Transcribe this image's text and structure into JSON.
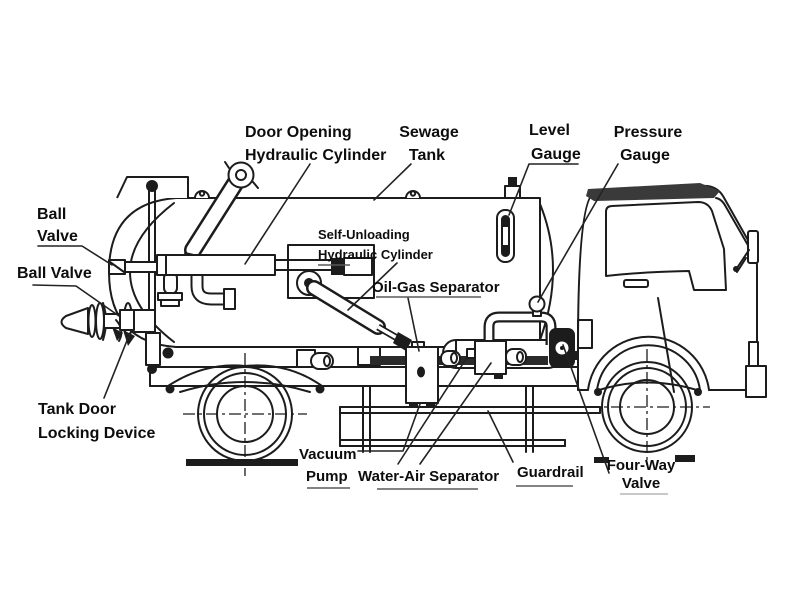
{
  "diagram": {
    "colors": {
      "background": "#ffffff",
      "line": "#1c1c1c",
      "label_text": "#0d0d0d",
      "cab_roof_strip": "#3a3a3a",
      "leader": "#222222",
      "underline": "#5a5a5a",
      "light_underline": "#b5b5b5"
    }
  },
  "labels": {
    "door_opening": {
      "line1": "Door Opening",
      "line2": "Hydraulic Cylinder"
    },
    "sewage_tank": {
      "line1": "Sewage",
      "line2": "Tank"
    },
    "level_gauge": {
      "line1": "Level",
      "line2": "Gauge"
    },
    "pressure_gauge": {
      "line1": "Pressure",
      "line2": "Gauge"
    },
    "ball_valve_upper": {
      "line1": "Ball",
      "line2": "Valve"
    },
    "ball_valve_lower": {
      "line1": "Ball Valve"
    },
    "self_unloading": {
      "line1": "Self-Unloading",
      "line2": "Hydraulic Cylinder"
    },
    "oil_gas_separator": {
      "line1": "Oil-Gas Separator"
    },
    "tank_door_locking": {
      "line1": "Tank Door",
      "line2": "Locking Device"
    },
    "vacuum_pump": {
      "line1": "Vacuum",
      "line2": "Pump"
    },
    "water_air_separator": {
      "line1": "Water-Air Separator"
    },
    "guardrail": {
      "line1": "Guardrail"
    },
    "four_way_valve": {
      "line1": "Four-Way",
      "line2": "Valve"
    }
  }
}
